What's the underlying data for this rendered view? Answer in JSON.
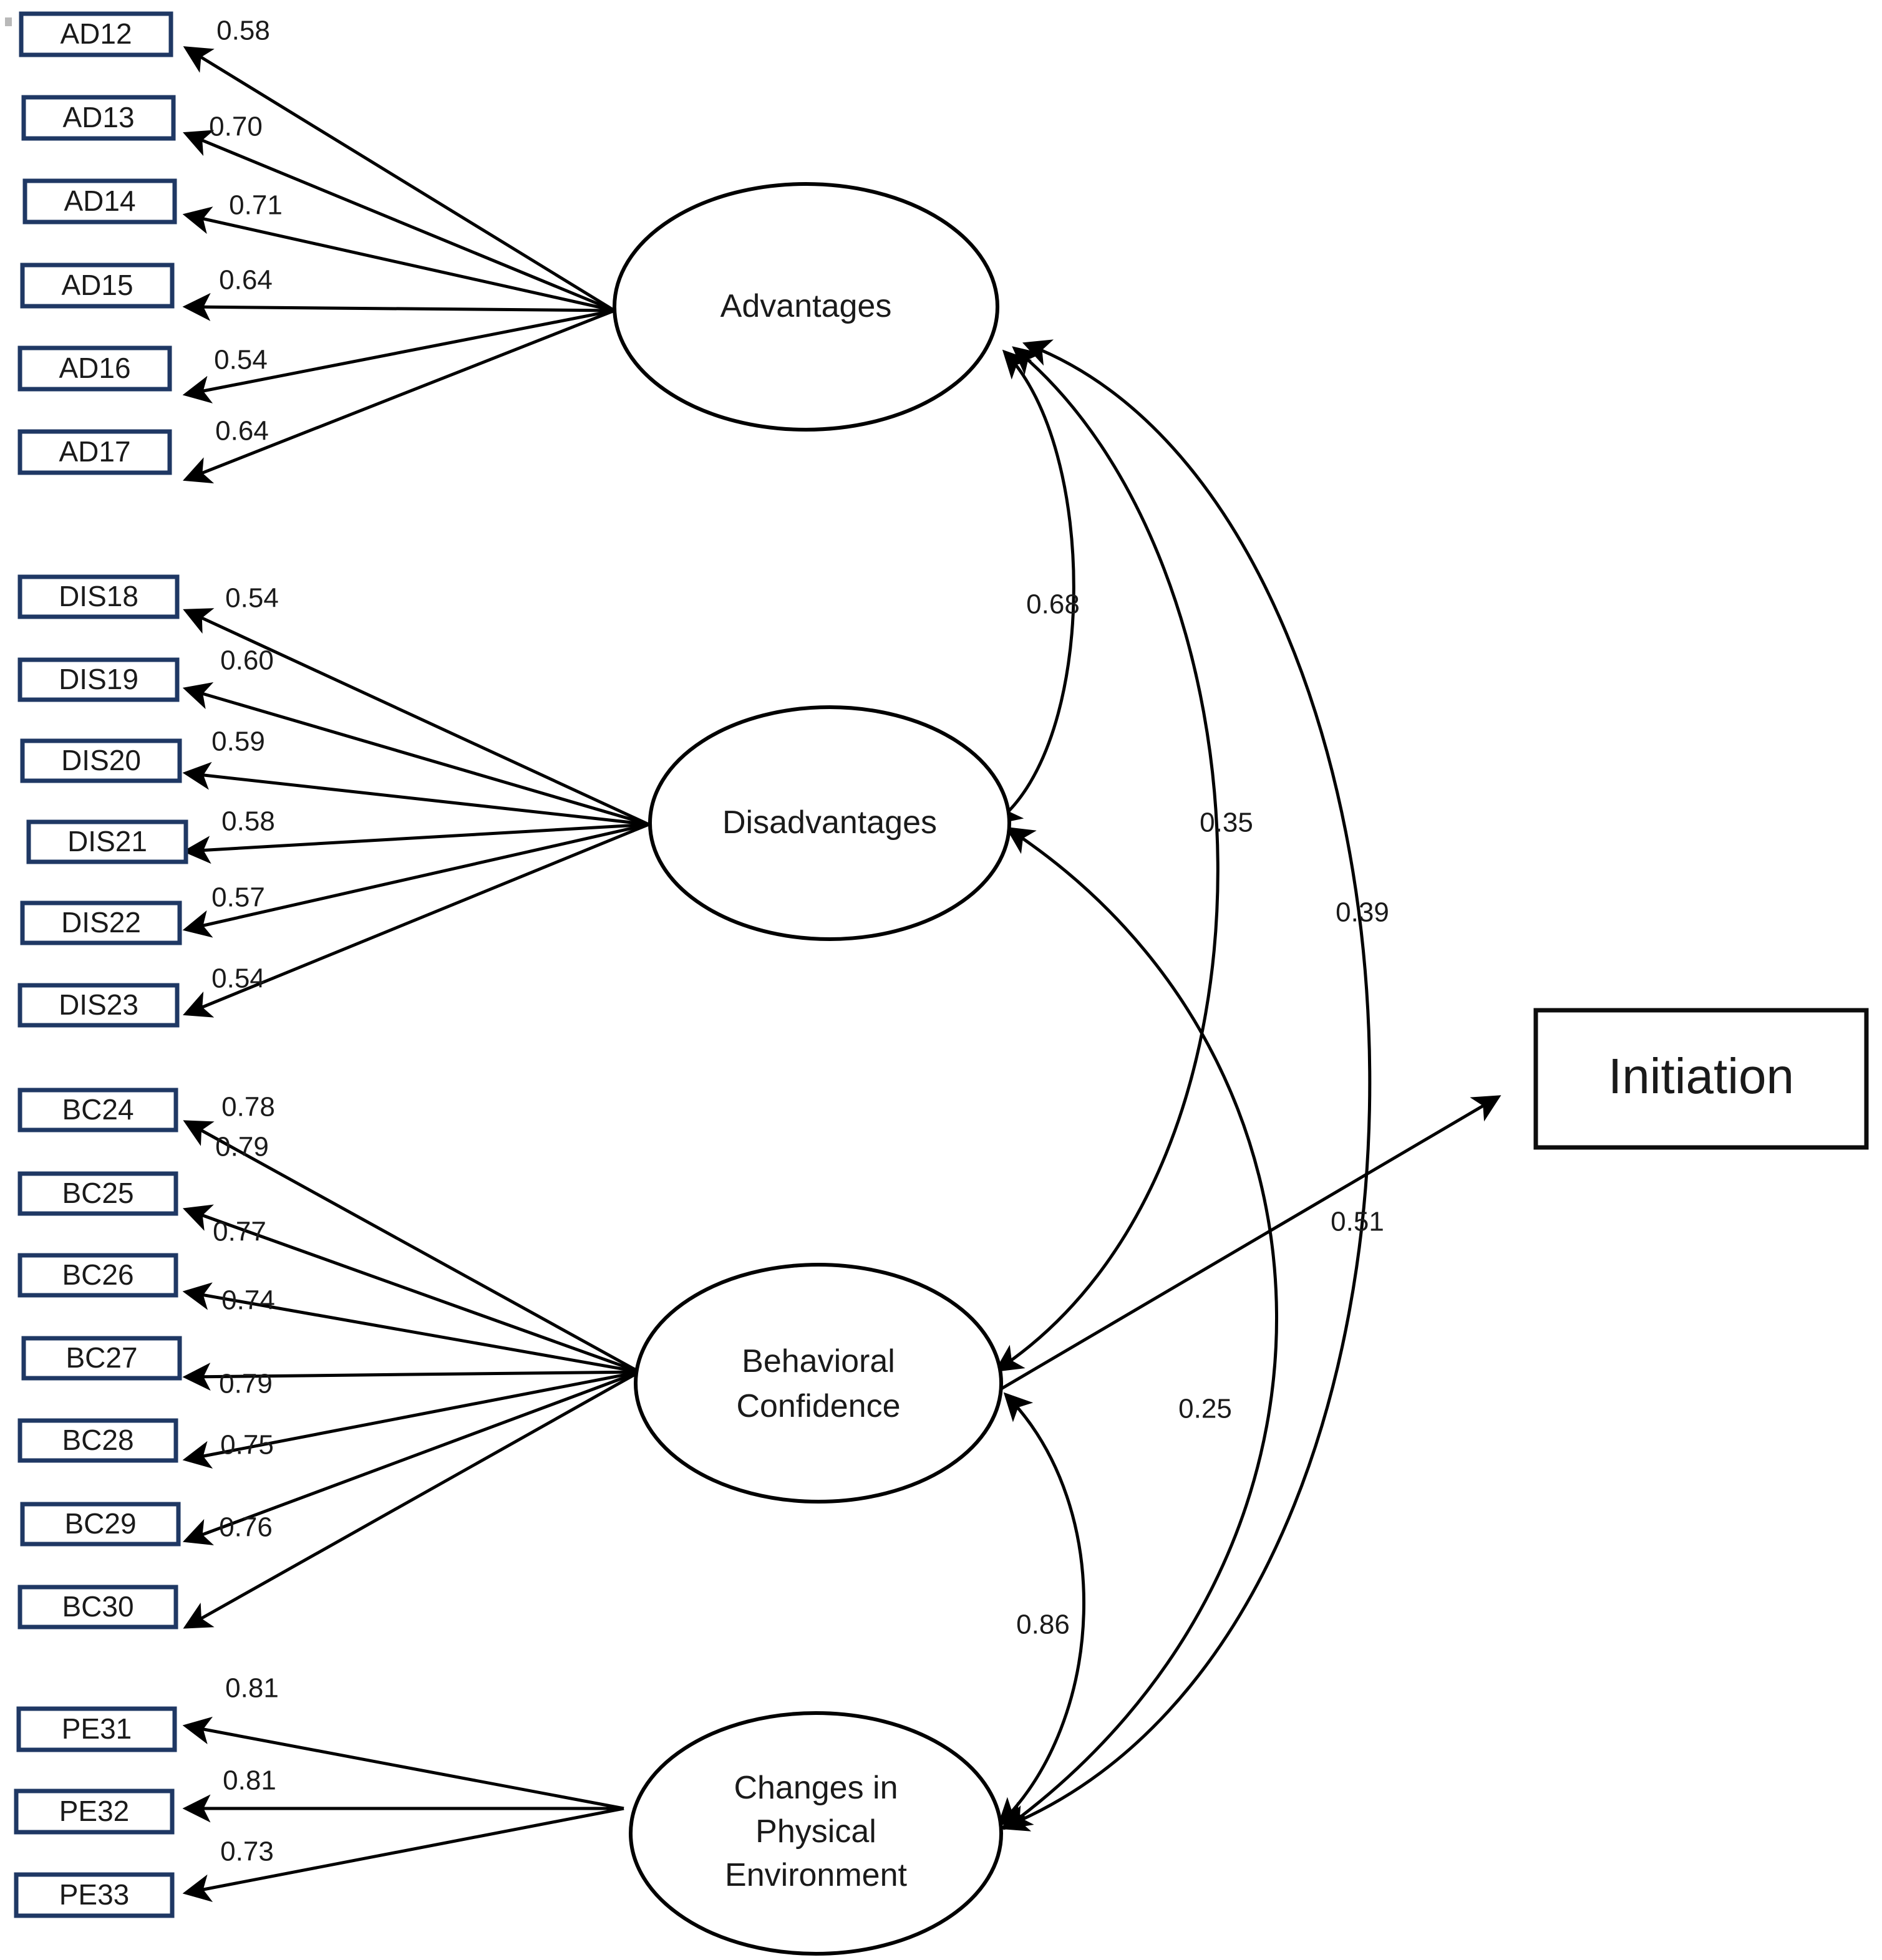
{
  "diagram": {
    "type": "structural-equation-model",
    "title": "",
    "background": "#ffffff",
    "indicator_border_color": "#1F3864",
    "outcome_border_color": "#0d0d0d",
    "factor_border_color": "#000000"
  },
  "factors": [
    {
      "id": "advantages",
      "label": "Advantages",
      "lines": [
        "Advantages"
      ]
    },
    {
      "id": "disadvantages",
      "label": "Disadvantages",
      "lines": [
        "Disadvantages"
      ]
    },
    {
      "id": "behavioral_confidence",
      "label": "Behavioral Confidence",
      "lines": [
        "Behavioral",
        "Confidence"
      ]
    },
    {
      "id": "physical_environment",
      "label": "Changes in Physical Environment",
      "lines": [
        "Changes in",
        "Physical",
        "Environment"
      ]
    }
  ],
  "outcome": {
    "id": "initiation",
    "label": "Initiation"
  },
  "indicators": {
    "advantages": [
      {
        "name": "AD12",
        "loading": "0.58"
      },
      {
        "name": "AD13",
        "loading": "0.70"
      },
      {
        "name": "AD14",
        "loading": "0.71"
      },
      {
        "name": "AD15",
        "loading": "0.64"
      },
      {
        "name": "AD16",
        "loading": "0.54"
      },
      {
        "name": "AD17",
        "loading": "0.64"
      }
    ],
    "disadvantages": [
      {
        "name": "DIS18",
        "loading": "0.54"
      },
      {
        "name": "DIS19",
        "loading": "0.60"
      },
      {
        "name": "DIS20",
        "loading": "0.59"
      },
      {
        "name": "DIS21",
        "loading": "0.58"
      },
      {
        "name": "DIS22",
        "loading": "0.57"
      },
      {
        "name": "DIS23",
        "loading": "0.54"
      }
    ],
    "behavioral_confidence": [
      {
        "name": "BC24",
        "loading": "0.78"
      },
      {
        "name": "BC25",
        "loading": "0.79"
      },
      {
        "name": "BC26",
        "loading": "0.77"
      },
      {
        "name": "BC27",
        "loading": "0.74"
      },
      {
        "name": "BC28",
        "loading": "0.79"
      },
      {
        "name": "BC29",
        "loading": "0.75"
      },
      {
        "name": "BC30",
        "loading": "0.76"
      }
    ],
    "physical_environment": [
      {
        "name": "PE31",
        "loading": "0.81"
      },
      {
        "name": "PE32",
        "loading": "0.81"
      },
      {
        "name": "PE33",
        "loading": "0.73"
      }
    ]
  },
  "covariances": [
    {
      "id": "adv_dis",
      "from": "advantages",
      "to": "disadvantages",
      "value": "0.68"
    },
    {
      "id": "adv_bc",
      "from": "advantages",
      "to": "behavioral_confidence",
      "value": "0.35"
    },
    {
      "id": "adv_pe",
      "from": "advantages",
      "to": "physical_environment",
      "value": "0.39"
    },
    {
      "id": "dis_bc",
      "from": "disadvantages",
      "to": "behavioral_confidence",
      "value": "0.25"
    },
    {
      "id": "bc_pe",
      "from": "behavioral_confidence",
      "to": "physical_environment",
      "value": "0.86"
    }
  ],
  "paths": [
    {
      "id": "bc_initiation",
      "from": "behavioral_confidence",
      "to": "initiation",
      "value": "0.51"
    }
  ],
  "chart_data": {
    "type": "diagram",
    "title": "Confirmatory factor analysis / structural model",
    "nodes": [
      "Advantages",
      "Disadvantages",
      "Behavioral Confidence",
      "Changes in Physical Environment",
      "Initiation"
    ],
    "loadings": {
      "Advantages": {
        "AD12": 0.58,
        "AD13": 0.7,
        "AD14": 0.71,
        "AD15": 0.64,
        "AD16": 0.54,
        "AD17": 0.64
      },
      "Disadvantages": {
        "DIS18": 0.54,
        "DIS19": 0.6,
        "DIS20": 0.59,
        "DIS21": 0.58,
        "DIS22": 0.57,
        "DIS23": 0.54
      },
      "Behavioral Confidence": {
        "BC24": 0.78,
        "BC25": 0.79,
        "BC26": 0.77,
        "BC27": 0.74,
        "BC28": 0.79,
        "BC29": 0.75,
        "BC30": 0.76
      },
      "Changes in Physical Environment": {
        "PE31": 0.81,
        "PE32": 0.81,
        "PE33": 0.73
      }
    },
    "correlations": [
      [
        "Advantages",
        "Disadvantages",
        0.68
      ],
      [
        "Advantages",
        "Behavioral Confidence",
        0.35
      ],
      [
        "Advantages",
        "Changes in Physical Environment",
        0.39
      ],
      [
        "Disadvantages",
        "Behavioral Confidence",
        0.25
      ],
      [
        "Behavioral Confidence",
        "Changes in Physical Environment",
        0.86
      ]
    ],
    "structural_paths": [
      [
        "Behavioral Confidence",
        "Initiation",
        0.51
      ]
    ]
  }
}
